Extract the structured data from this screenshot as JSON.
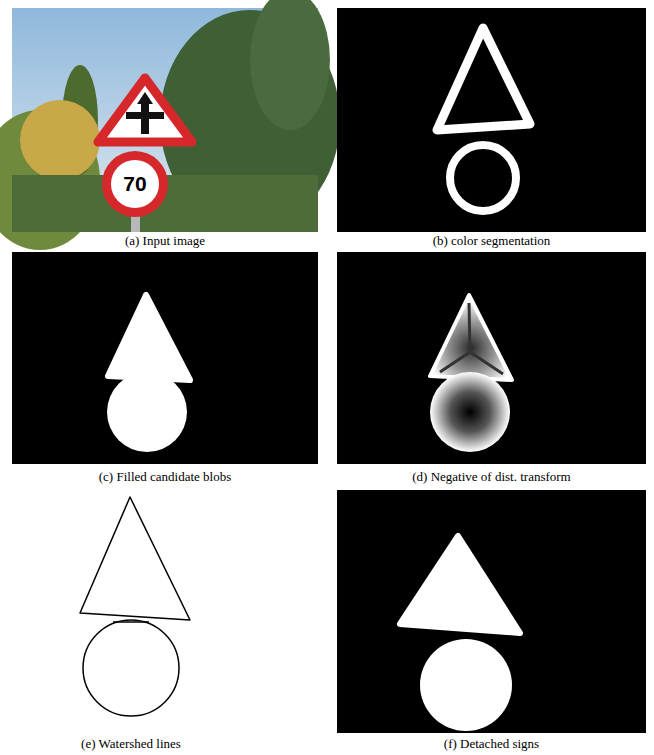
{
  "diagram": {
    "labels": [
      "70",
      "(a) Input image",
      "(b) color segmentation",
      "(c) Filled candidate blobs",
      "(d) Negative of dist. transform",
      "(e) Watershed lines",
      "(f) Detached signs"
    ]
  }
}
